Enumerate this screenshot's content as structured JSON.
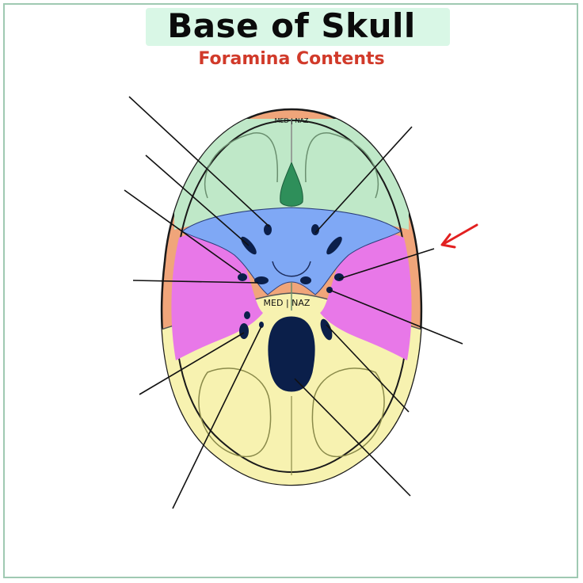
{
  "title": "Base of Skull",
  "subtitle": "Foramina Contents",
  "upper_label": "MED | NAZ",
  "middle_label": "MED | NAZ",
  "colors": {
    "anterior_fossa": "#bfe8c8",
    "middle_fossa": "#e878e8",
    "posterior_fossa": "#f7f2b0",
    "sphenoid": "#7fa8f5",
    "skull_rim": "#f0a57a",
    "foramina": "#0b1f4a",
    "ethmoid": "#2e8f5a",
    "arrow": "#e22020"
  }
}
